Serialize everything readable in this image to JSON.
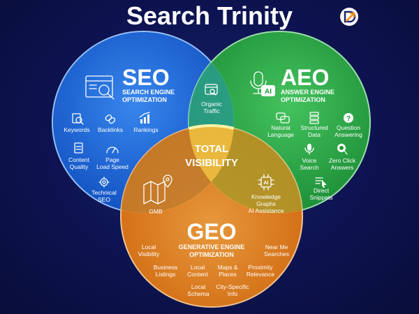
{
  "title": "Search Trinity",
  "logo_icon": "refresh-arrow-logo-icon",
  "colors": {
    "background": "#0c1145",
    "seo": "#1f6fe0",
    "aeo": "#2fb84a",
    "geo": "#f08a1c",
    "center": "#f2c94c"
  },
  "seo": {
    "name": "SEO",
    "sub_line1": "SEARCH ENGINE",
    "sub_line2": "OPTIMIZATION",
    "items": [
      {
        "icon": "search-doc-icon",
        "lines": [
          "Keywords"
        ]
      },
      {
        "icon": "link-icon",
        "lines": [
          "Backlinks"
        ]
      },
      {
        "icon": "bar-chart-icon",
        "lines": [
          "Rankings"
        ]
      },
      {
        "icon": "document-icon",
        "lines": [
          "Content",
          "Quality"
        ]
      },
      {
        "icon": "speedometer-icon",
        "lines": [
          "Page",
          "Load Speed"
        ]
      },
      {
        "icon": "gear-icon",
        "lines": [
          "Technical",
          "SEO"
        ]
      }
    ]
  },
  "aeo": {
    "name": "AEO",
    "sub_line1": "ANSWER ENGINE",
    "sub_line2": "OPTIMIZATION",
    "items": [
      {
        "icon": "chat-icon",
        "lines": [
          "Natural",
          "Language"
        ]
      },
      {
        "icon": "database-icon",
        "lines": [
          "Structured",
          "Data"
        ]
      },
      {
        "icon": "question-icon",
        "lines": [
          "Question",
          "Answering"
        ]
      },
      {
        "icon": "microphone-icon",
        "lines": [
          "Voice",
          "Search"
        ]
      },
      {
        "icon": "search-click-icon",
        "lines": [
          "Zero Click",
          "Answers"
        ]
      },
      {
        "icon": "snippet-cursor-icon",
        "lines": [
          "Direct",
          "Snippets"
        ]
      }
    ]
  },
  "geo": {
    "name": "GEO",
    "sub_line1": "GENERATIVE ENGINE",
    "sub_line2": "OPTIMIZATION",
    "items": [
      {
        "lines": [
          "Local",
          "Visibility"
        ]
      },
      {
        "lines": [
          "Near Me",
          "Searches"
        ]
      },
      {
        "lines": [
          "Business",
          "Listings"
        ]
      },
      {
        "lines": [
          "Local",
          "Content"
        ]
      },
      {
        "lines": [
          "Maps &",
          "Places"
        ]
      },
      {
        "lines": [
          "Proximity",
          "Relevance"
        ]
      },
      {
        "lines": [
          "Local",
          "Schema"
        ]
      },
      {
        "lines": [
          "City-Specific",
          "Info"
        ]
      }
    ]
  },
  "overlaps": {
    "seo_aeo": {
      "icon": "search-window-icon",
      "lines": [
        "Organic",
        "Traffic"
      ]
    },
    "seo_geo": {
      "icon": "map-pin-icon",
      "lines": [
        "GMB"
      ]
    },
    "aeo_geo": {
      "icon": "ai-chip-icon",
      "lines": [
        "Knowledge",
        "Graphs",
        "AI Assistance"
      ]
    }
  },
  "center": {
    "line1": "TOTAL",
    "line2": "VISIBILITY"
  }
}
